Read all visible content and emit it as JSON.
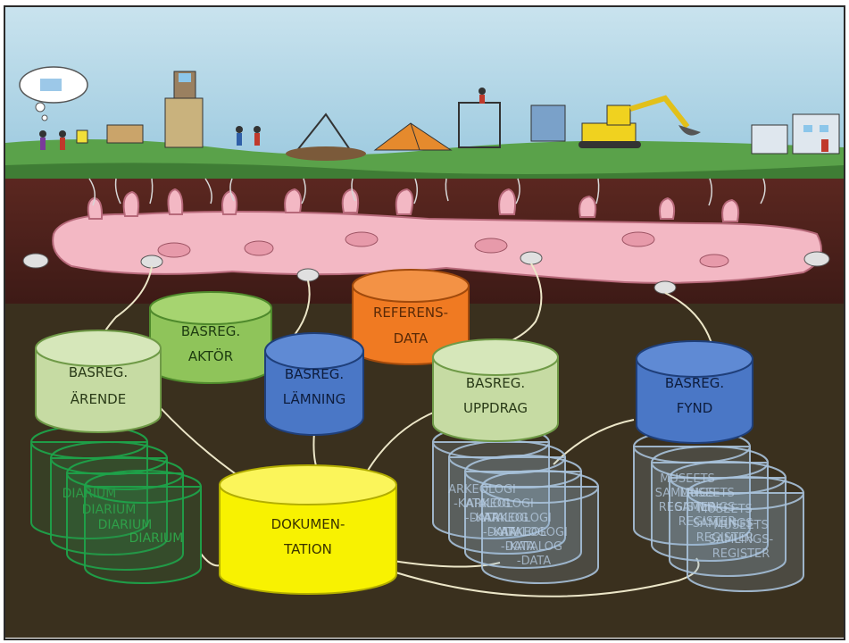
{
  "databases": [
    {
      "id": "aktor",
      "lines": [
        "BASREG.",
        "AKTÖR"
      ],
      "color": "green-mid"
    },
    {
      "id": "referens",
      "lines": [
        "REFERENS-",
        "DATA"
      ],
      "color": "orange"
    },
    {
      "id": "arende",
      "lines": [
        "BASREG.",
        "ÄRENDE"
      ],
      "color": "green-light"
    },
    {
      "id": "lamning",
      "lines": [
        "BASREG.",
        "LÄMNING"
      ],
      "color": "blue"
    },
    {
      "id": "uppdrag",
      "lines": [
        "BASREG.",
        "UPPDRAG"
      ],
      "color": "green-light"
    },
    {
      "id": "fynd",
      "lines": [
        "BASREG.",
        "FYND"
      ],
      "color": "blue"
    },
    {
      "id": "dokumentation",
      "lines": [
        "DOKUMEN-",
        "TATION"
      ],
      "color": "yellow"
    }
  ],
  "stacks": {
    "diarium": {
      "labels": [
        "DIARIUM",
        "DIARIUM",
        "DIARIUM",
        "DIARIUM"
      ]
    },
    "arkeologi": {
      "lines": [
        "ARKEOLOGI",
        "-KATALOG",
        "-DATA"
      ]
    },
    "museets": {
      "lines": [
        "MUSEETS",
        "SAMLINGS-",
        "REGISTER"
      ]
    }
  },
  "colors": {
    "sky": "#b7d9e8",
    "grass": "#5aa24a",
    "soil": "#4a1f1a",
    "underground": "#3a301e",
    "pig": "#f3b8c4",
    "cable": "#ece6c8"
  }
}
